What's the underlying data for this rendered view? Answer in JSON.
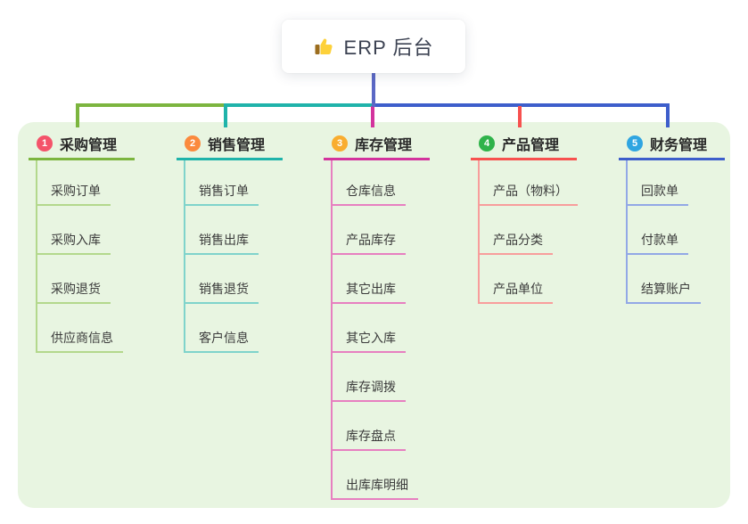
{
  "root": {
    "label": "ERP 后台",
    "icon": "thumbs-up-icon",
    "drop_line_color": "#5b68c5",
    "box_bg": "#ffffff"
  },
  "container": {
    "bg": "#e8f5e1"
  },
  "branches": [
    {
      "num": "1",
      "label": "采购管理",
      "badge_color": "#f4536a",
      "line_color": "#7cb53f",
      "sub_line_color": "#b3d88c",
      "items": [
        "采购订单",
        "采购入库",
        "采购退货",
        "供应商信息"
      ]
    },
    {
      "num": "2",
      "label": "销售管理",
      "badge_color": "#fb8a3d",
      "line_color": "#1fb3aa",
      "sub_line_color": "#7fd3cb",
      "items": [
        "销售订单",
        "销售出库",
        "销售退货",
        "客户信息"
      ]
    },
    {
      "num": "3",
      "label": "库存管理",
      "badge_color": "#f9ad2f",
      "line_color": "#d3339d",
      "sub_line_color": "#e77fc0",
      "items": [
        "仓库信息",
        "产品库存",
        "其它出库",
        "其它入库",
        "库存调拨",
        "库存盘点",
        "出库库明细"
      ]
    },
    {
      "num": "4",
      "label": "产品管理",
      "badge_color": "#2fb34a",
      "line_color": "#f7514f",
      "sub_line_color": "#f89d9c",
      "items": [
        "产品（物料）",
        "产品分类",
        "产品单位"
      ]
    },
    {
      "num": "5",
      "label": "财务管理",
      "badge_color": "#2fa5e1",
      "line_color": "#3d5ecb",
      "sub_line_color": "#92a8e6",
      "items": [
        "回款单",
        "付款单",
        "结算账户"
      ]
    }
  ]
}
